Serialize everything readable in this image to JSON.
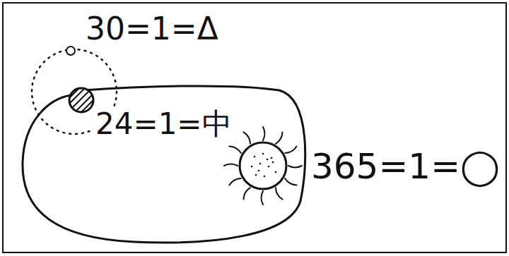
{
  "diagram": {
    "labels": [
      "30=1=Δ",
      "24=1=中",
      "365=1=◯"
    ]
  }
}
